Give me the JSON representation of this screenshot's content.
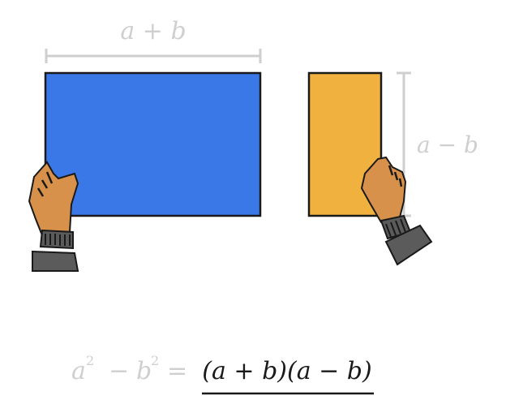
{
  "diagram": {
    "width_label": "a + b",
    "height_label": "a − b",
    "equation": {
      "lhs_a": "a",
      "lhs_b": "b",
      "exp": "2",
      "minus": "−",
      "equals": "=",
      "rhs": "(a + b)(a − b)"
    },
    "colors": {
      "blue_rect": "#3b78e7",
      "orange_rect": "#f0b13f",
      "faded_text": "#cfcfcf",
      "outline": "#1a1a1a",
      "hand_skin": "#d8914a",
      "sleeve": "#5b5b5b"
    }
  }
}
